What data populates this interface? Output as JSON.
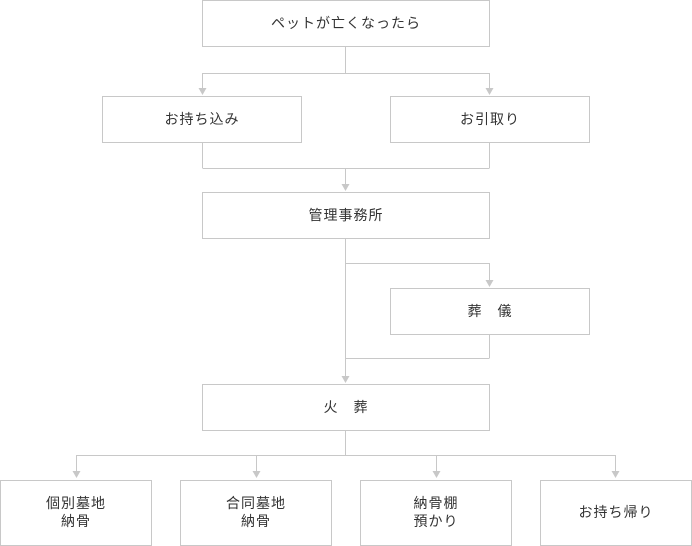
{
  "flow": {
    "start": "ペットが亡くなったら",
    "option_bring": "お持ち込み",
    "option_pickup": "お引取り",
    "office": "管理事務所",
    "funeral": "葬　儀",
    "cremation": "火　葬",
    "outcomes": [
      "個別墓地\n納骨",
      "合同墓地\n納骨",
      "納骨棚\n預かり",
      "お持ち帰り"
    ]
  }
}
